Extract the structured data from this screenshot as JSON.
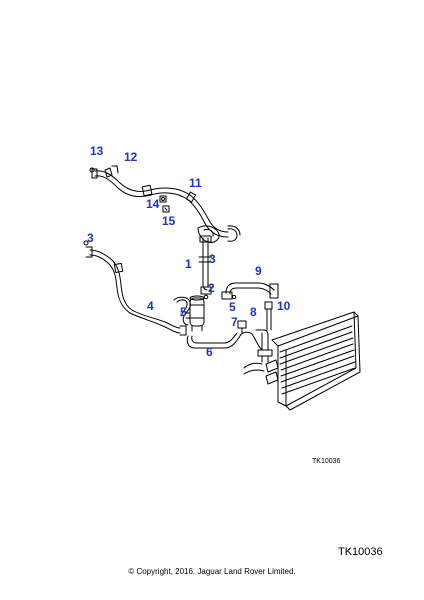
{
  "callouts": {
    "c13": "13",
    "c12": "12",
    "c11": "11",
    "c14": "14",
    "c15": "15",
    "c3a": "3",
    "c1": "1",
    "c3b": "3",
    "c2": "2",
    "c9": "9",
    "c4": "4",
    "c5a": "5",
    "c5b": "5",
    "c10": "10",
    "c8": "8",
    "c7": "7",
    "c6": "6"
  },
  "reference_small": "TK10036",
  "reference_large": "TK10036",
  "copyright": "© Copyright, 2016. Jaguar Land Rover Limited.",
  "colors": {
    "callout": "#1f35c8",
    "line": "#000000",
    "background": "#ffffff"
  }
}
